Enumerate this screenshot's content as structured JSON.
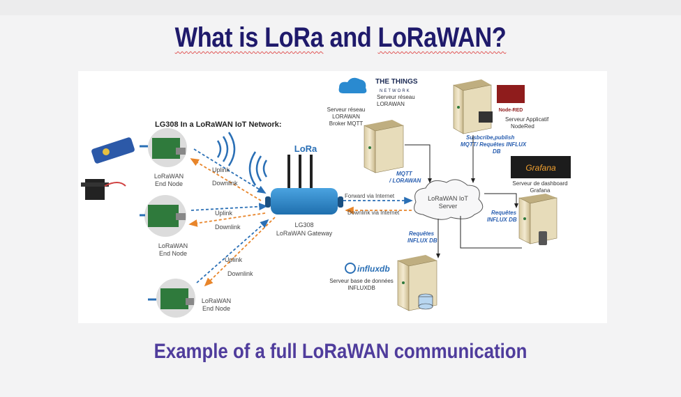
{
  "title_part1": "What is LoRa",
  "title_part2": " and ",
  "title_part3": "LoRaWAN?",
  "caption": "Example of a full LoRaWAN communication",
  "diagram": {
    "network_title": "LG308 In a LoRaWAN IoT Network:",
    "nodes": [
      {
        "name": "LoRaWAN",
        "sub": "End Node"
      },
      {
        "name": "LoRaWAN",
        "sub": "End Node"
      },
      {
        "name": "LoRaWAN",
        "sub": "End Node"
      }
    ],
    "uplink": "Uplink",
    "downlink": "Downlink",
    "gateway_name": "LG308",
    "gateway_sub": "LoRaWAN Gateway",
    "lora_badge": "LoRa",
    "forward_label": "Forward via Internet",
    "downlink_internet": "Downlink via Internet",
    "cloud_line1": "LoRaWAN IoT",
    "cloud_line2": "Server",
    "ttn_line1": "THE THINGS",
    "ttn_line2": "NETWORK",
    "ttn_server_line1": "Serveur réseau",
    "ttn_server_line2": "LORAWAN",
    "broker_line1": "Serveur réseau",
    "broker_line2": "LORAWAN",
    "broker_line3": "Broker MQTT",
    "mqtt_line1": "MQTT",
    "mqtt_line2": "/ LORAWAN",
    "nodered_logo": "Node-RED",
    "app_line1": "Serveur Applicatif",
    "app_line2": "NodeRed",
    "subscribe_line1": "Susbcribe,publish",
    "subscribe_line2": "MQTT/ Requêtes INFLUX",
    "subscribe_line3": "DB",
    "grafana_logo": "Grafana",
    "dash_line1": "Serveur de dashboard",
    "dash_line2": "Grafana",
    "req_right_line1": "Requêtes",
    "req_right_line2": "INFLUX DB",
    "req_left_line1": "Requêtes",
    "req_left_line2": "INFLUX DB",
    "influx_logo": "influxdb",
    "db_line1": "Serveur base de données",
    "db_line2": "INFLUXDB"
  },
  "colors": {
    "title": "#1f1a6b",
    "caption": "#4f3c9c",
    "uplink": "#2a6fb5",
    "downlink": "#e8852a",
    "label_blue": "#2a5fb0"
  }
}
